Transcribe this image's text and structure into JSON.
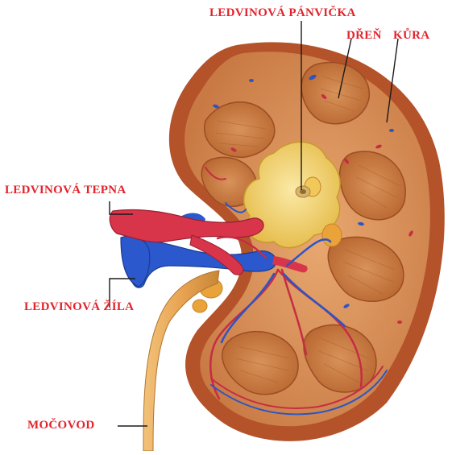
{
  "labels": {
    "renal_pelvis": "LEDVINOVÁ PÁNVIČKA",
    "medulla": "DŘEŇ",
    "cortex": "KŮRA",
    "renal_artery": "LEDVINOVÁ TEPNA",
    "renal_vein": "LEDVINOVÁ ŽÍLA",
    "ureter": "MOČOVOD"
  },
  "colors": {
    "label_text": "#e3232b",
    "capsule": "#b8552a",
    "cortex": "#d9925a",
    "medulla": "#c9763e",
    "pelvis": "#f0cf6a",
    "artery": "#d9344a",
    "vein": "#2a55c8",
    "ureter": "#e0a24e",
    "fat": "#e8a73a"
  }
}
